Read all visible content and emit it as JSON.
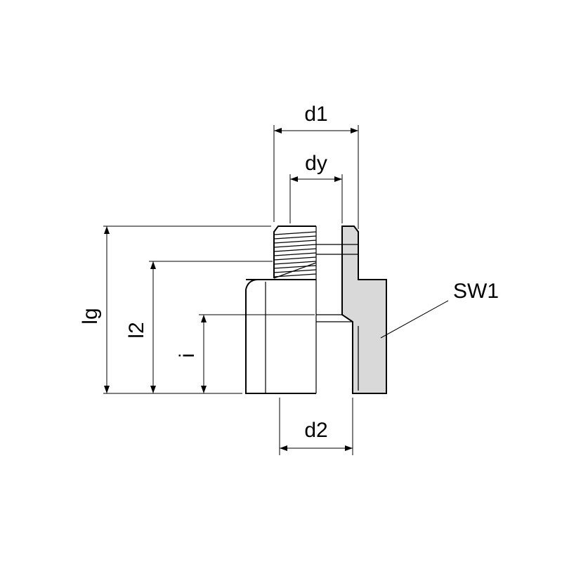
{
  "drawing": {
    "title": "threaded-adapter-fitting-dimension-drawing",
    "dimensions": {
      "d1": "d1",
      "dy": "dy",
      "lg": "lg",
      "l2": "l2",
      "i": "i",
      "d2": "d2",
      "sw1": "SW1"
    },
    "colors": {
      "line": "#000000",
      "section_fill": "#d9d9d9"
    }
  }
}
